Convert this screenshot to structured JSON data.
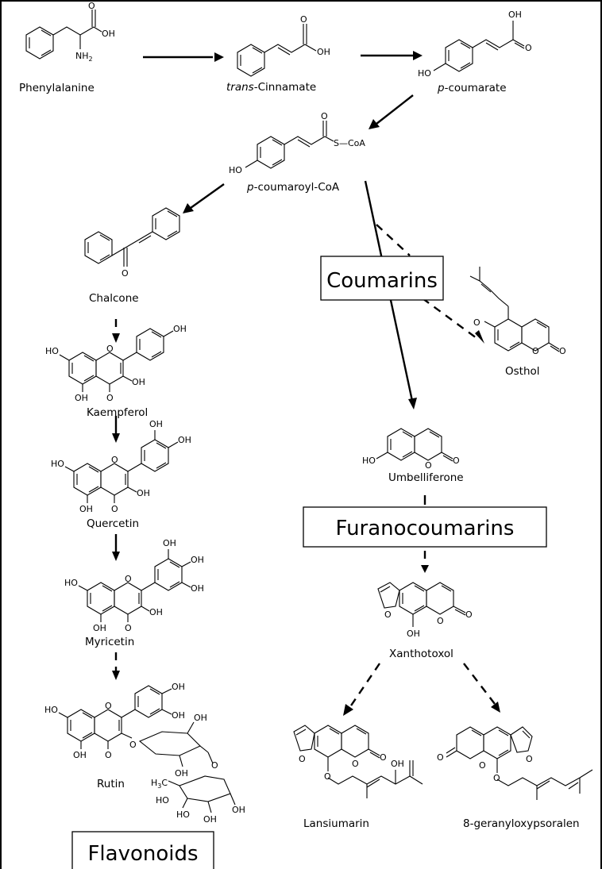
{
  "compounds": {
    "phenylalanine": "Phenylalanine",
    "cinnamate_prefix": "trans",
    "cinnamate_rest": "-Cinnamate",
    "coumarate_prefix": "p",
    "coumarate_rest": "-coumarate",
    "coumaroyl_prefix": "p",
    "coumaroyl_rest": "-coumaroyl-CoA",
    "chalcone": "Chalcone",
    "kaempferol": "Kaempferol",
    "quercetin": "Quercetin",
    "myricetin": "Myricetin",
    "rutin": "Rutin",
    "osthol": "Osthol",
    "umbelliferone": "Umbelliferone",
    "xanthotoxol": "Xanthotoxol",
    "lansiumarin": "Lansiumarin",
    "geranyloxypsoralen": "8-geranyloxypsoralen"
  },
  "groups": {
    "coumarins": "Coumarins",
    "furanocoumarins": "Furanocoumarins",
    "flavonoids": "Flavonoids"
  },
  "atoms": {
    "oh": "OH",
    "ho": "HO",
    "nh2": "NH",
    "nh2_sub": "2",
    "o": "O",
    "s_coa": "S—CoA",
    "h3c": "H",
    "h3c_sub": "3",
    "h3c_c": "C"
  }
}
